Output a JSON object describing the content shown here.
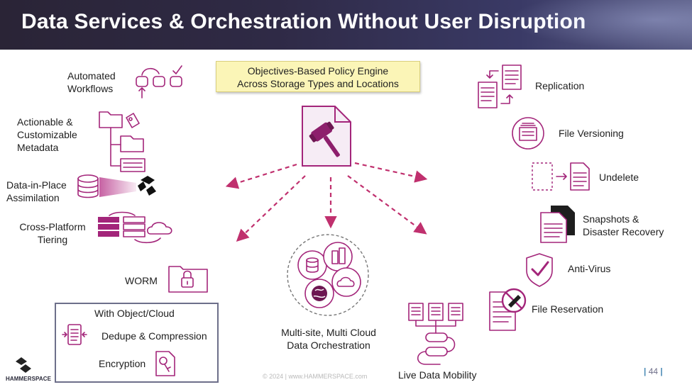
{
  "title": "Data Services & Orchestration Without User Disruption",
  "engine": {
    "line1": "Objectives-Based Policy Engine",
    "line2": "Across Storage Types and Locations"
  },
  "left": {
    "workflows": [
      "Automated",
      "Workflows"
    ],
    "metadata": [
      "Actionable &",
      "Customizable",
      "Metadata"
    ],
    "assimilation": [
      "Data-in-Place",
      "Assimilation"
    ],
    "tiering": [
      "Cross-Platform",
      "Tiering"
    ],
    "worm": "WORM"
  },
  "object_cloud": {
    "heading": "With Object/Cloud",
    "dedupe": "Dedupe & Compression",
    "encryption": "Encryption"
  },
  "center": {
    "orchestration": [
      "Multi-site, Multi Cloud",
      "Data Orchestration"
    ],
    "mobility": "Live Data Mobility"
  },
  "right": {
    "replication": "Replication",
    "versioning": "File Versioning",
    "undelete": "Undelete",
    "snapshots": [
      "Snapshots &",
      "Disaster Recovery"
    ],
    "antivirus": "Anti-Virus",
    "reservation": "File Reservation"
  },
  "footer": {
    "copyright": "© 2024 | www.HAMMERSPACE.com",
    "page": "44",
    "brand": "HAMMERSPACE"
  },
  "colors": {
    "accent": "#a3257a",
    "arrow": "#c0306e",
    "banner": "#2f2a46"
  }
}
